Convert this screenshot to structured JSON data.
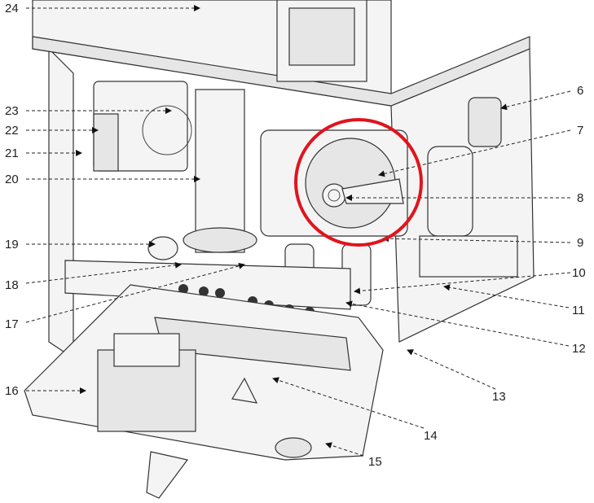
{
  "diagram": {
    "labels": [
      "24",
      "23",
      "22",
      "21",
      "20",
      "19",
      "18",
      "17",
      "16",
      "6",
      "7",
      "8",
      "9",
      "10",
      "11",
      "12",
      "13",
      "14",
      "15"
    ],
    "highlight_color": "#e0141e"
  }
}
